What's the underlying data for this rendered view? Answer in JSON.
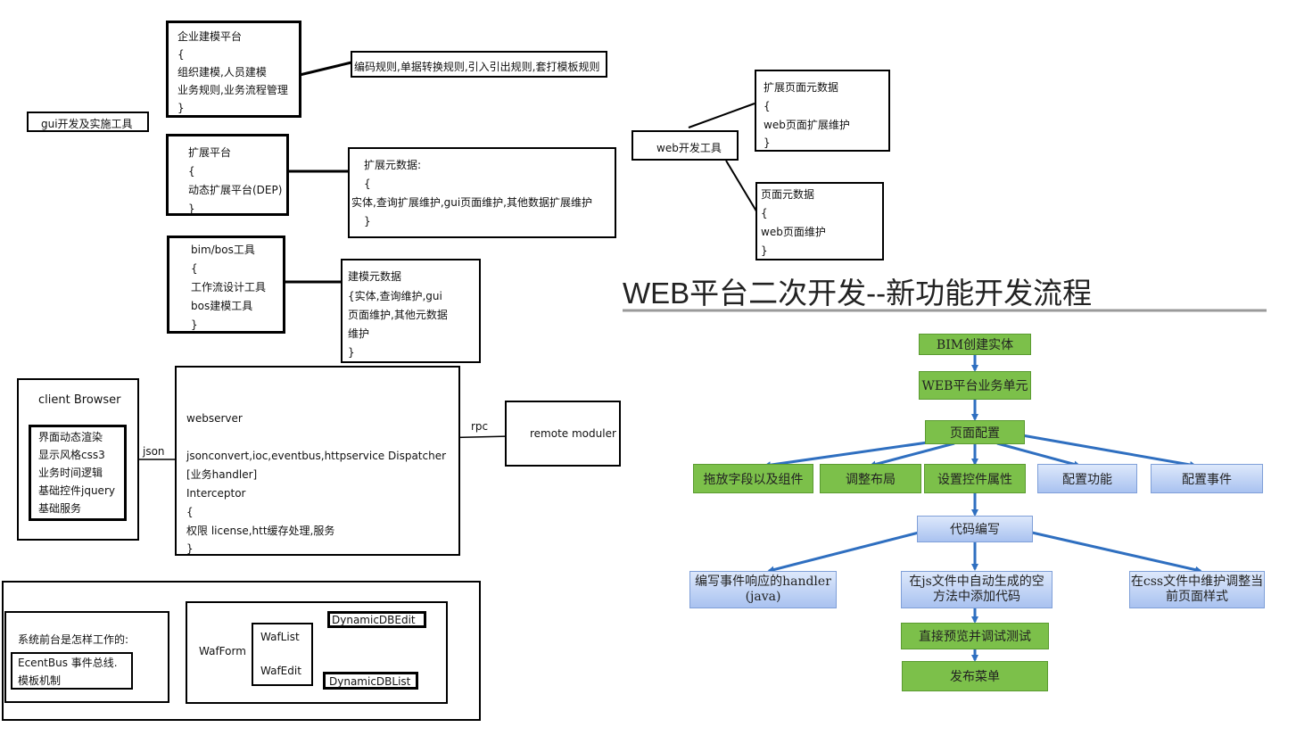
{
  "sketch": {
    "gui_tool_label": "gui开发及实施工具",
    "enterprise_platform": {
      "lines": [
        "企业建模平台",
        "{",
        "组织建模,人员建模",
        "业务规则,业务流程管理",
        "}"
      ]
    },
    "enterprise_rules": "编码规则,单据转换规则,引入引出规则,套打模板规则",
    "extension_platform": {
      "lines": [
        "扩展平台",
        "{",
        "动态扩展平台(DEP)",
        "}"
      ]
    },
    "extension_metadata": {
      "lines": [
        "扩展元数据:",
        "{",
        "实体,查询扩展维护,gui页面维护,其他数据扩展维护",
        "}"
      ]
    },
    "bim_tools": {
      "lines": [
        "bim/bos工具",
        "{",
        "工作流设计工具",
        "bos建模工具",
        "}"
      ]
    },
    "modeling_metadata": {
      "lines": [
        "建模元数据",
        "{实体,查询维护,gui",
        "页面维护,其他元数据",
        "维护",
        "}"
      ]
    },
    "web_dev_tool": "web开发工具",
    "ext_page_metadata": {
      "lines": [
        "扩展页面元数据",
        "{",
        "web页面扩展维护",
        "}"
      ]
    },
    "page_metadata": {
      "lines": [
        "页面元数据",
        "{",
        "web页面维护",
        "}"
      ]
    },
    "client_browser": {
      "title": "client Browser",
      "items": [
        "界面动态渲染",
        "显示风格css3",
        "业务时间逻辑",
        "基础控件jquery",
        "基础服务"
      ]
    },
    "json_label": "json",
    "webserver": {
      "lines": [
        "webserver",
        "",
        "jsonconvert,ioc,eventbus,httpservice Dispatcher",
        "[业务handler]",
        "Interceptor",
        "{",
        "权限 license,htt缓存处理,服务",
        "}"
      ]
    },
    "rpc_label": "rpc",
    "remote_moduler": "remote moduler",
    "frontend_question": "系统前台是怎样工作的:",
    "frontend_answer": [
      "EcentBus 事件总线.",
      "模板机制"
    ],
    "waf": {
      "form": "WafForm",
      "list": "WafList",
      "edit": "WafEdit",
      "db_edit": "DynamicDBEdit",
      "db_list": "DynamicDBList"
    }
  },
  "flowchart": {
    "title": "WEB平台二次开发--新功能开发流程",
    "colors": {
      "green": "#7cc04a",
      "blue": "#a9c2f0",
      "arrow": "#2f6fc0"
    },
    "step1": "BIM创建实体",
    "step2": "WEB平台业务单元",
    "step3": "页面配置",
    "config_items": [
      "拖放字段以及组件",
      "调整布局",
      "设置控件属性",
      "配置功能",
      "配置事件"
    ],
    "step4": "代码编写",
    "code_items": [
      {
        "line1": "编写事件响应的handler",
        "line2": "(java)"
      },
      {
        "line1": "在js文件中自动生成的空",
        "line2": "方法中添加代码"
      },
      {
        "line1": "在css文件中维护调整当",
        "line2": "前页面样式"
      }
    ],
    "step5": "直接预览并调试测试",
    "step6": "发布菜单"
  }
}
